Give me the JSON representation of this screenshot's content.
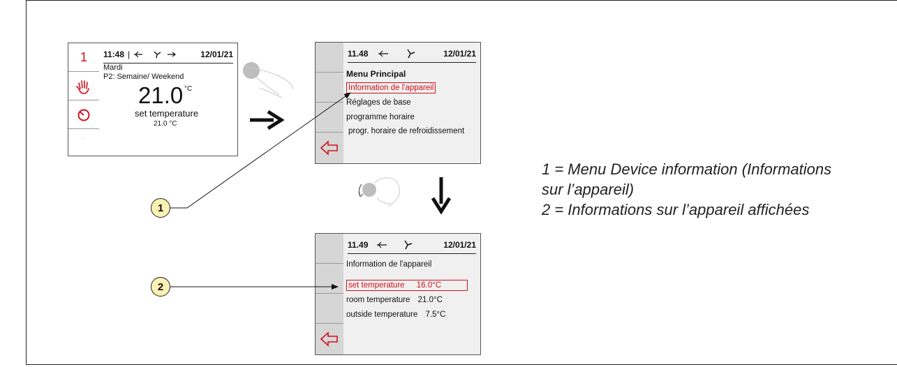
{
  "screen1": {
    "status": {
      "time": "11:48",
      "date": "12/01/21"
    },
    "day": "Mardi",
    "program": "P2: Semaine/ Weekend",
    "temperature": "21.0",
    "unit": "°C",
    "label": "set temperature",
    "setpoint": "21.0 °C",
    "side_number": "1"
  },
  "screen2": {
    "status": {
      "time": "11.48",
      "date": "12/01/21"
    },
    "title": "Menu Principal",
    "items": [
      "Information de l'appareil",
      "Réglages de base",
      "programme horaire",
      "progr. horaire de refroidissement"
    ]
  },
  "screen3": {
    "status": {
      "time": "11.49",
      "date": "12/01/21"
    },
    "title": "Information de l'appareil",
    "rows": [
      {
        "label": "set temperature",
        "value": "16.0°C"
      },
      {
        "label": "room temperature",
        "value": "21.0°C"
      },
      {
        "label": "outside temperature",
        "value": "7.5°C"
      }
    ]
  },
  "callouts": [
    "1",
    "2"
  ],
  "legend": {
    "line1": "1 = Menu Device information (Informations",
    "line2": "sur l’appareil)",
    "line3": "2 = Informations sur l’appareil affichées"
  },
  "colors": {
    "accent": "#d0101a",
    "callout_fill": "#fbf1b5",
    "panel": "#d6d6d6"
  }
}
